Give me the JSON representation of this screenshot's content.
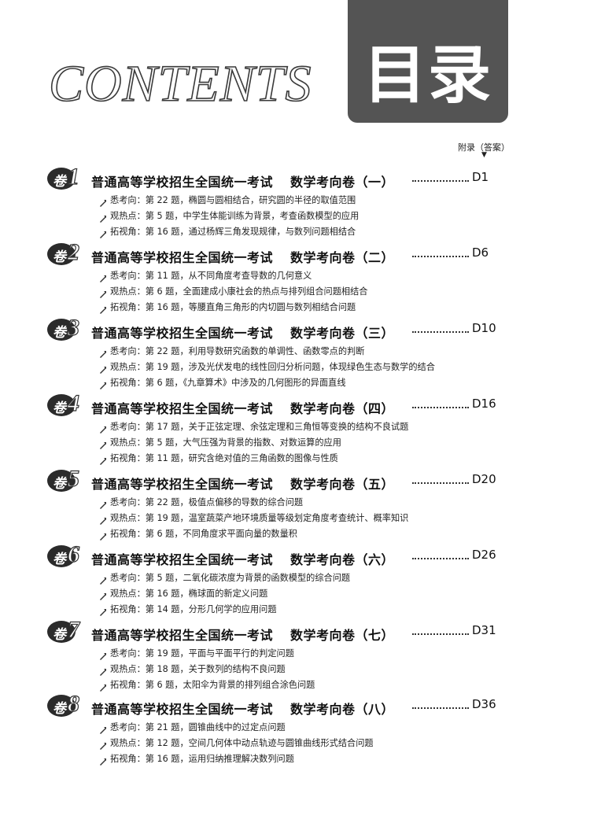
{
  "header": {
    "contents_word": "CONTENTS",
    "title_cn": "目录",
    "appendix_label": "附录（答案）",
    "appendix_arrow": "▼"
  },
  "sections": [
    {
      "badge_char": "卷",
      "badge_num": "1",
      "title_main": "普通高等学校招生全国统一考试",
      "title_sub": "数学考向卷（一）",
      "page": "D1",
      "items": [
        {
          "label": "悉考向：",
          "text": "第 22 题，椭圆与圆相结合，研究圆的半径的取值范围"
        },
        {
          "label": "观热点：",
          "text": "第 5 题，中学生体能训练为背景，考查函数模型的应用"
        },
        {
          "label": "拓视角：",
          "text": "第 16 题，通过杨辉三角发现规律，与数列问题相结合"
        }
      ]
    },
    {
      "badge_char": "卷",
      "badge_num": "2",
      "title_main": "普通高等学校招生全国统一考试",
      "title_sub": "数学考向卷（二）",
      "page": "D6",
      "items": [
        {
          "label": "悉考向：",
          "text": "第 11 题，从不同角度考查导数的几何意义"
        },
        {
          "label": "观热点：",
          "text": "第 6 题，全面建成小康社会的热点与排列组合问题相结合"
        },
        {
          "label": "拓视角：",
          "text": "第 16 题，等腰直角三角形的内切圆与数列相结合问题"
        }
      ]
    },
    {
      "badge_char": "卷",
      "badge_num": "3",
      "title_main": "普通高等学校招生全国统一考试",
      "title_sub": "数学考向卷（三）",
      "page": "D10",
      "items": [
        {
          "label": "悉考向：",
          "text": "第 22 题，利用导数研究函数的单调性、函数零点的判断"
        },
        {
          "label": "观热点：",
          "text": "第 19 题，涉及光伏发电的线性回归分析问题，体现绿色生态与数学的结合"
        },
        {
          "label": "拓视角：",
          "text": "第 6 题，《九章算术》中涉及的几何图形的异面直线"
        }
      ]
    },
    {
      "badge_char": "卷",
      "badge_num": "4",
      "title_main": "普通高等学校招生全国统一考试",
      "title_sub": "数学考向卷（四）",
      "page": "D16",
      "items": [
        {
          "label": "悉考向：",
          "text": "第 17 题，关于正弦定理、余弦定理和三角恒等变换的结构不良试题"
        },
        {
          "label": "观热点：",
          "text": "第 5 题，大气压强为背景的指数、对数运算的应用"
        },
        {
          "label": "拓视角：",
          "text": "第 11 题，研究含绝对值的三角函数的图像与性质"
        }
      ]
    },
    {
      "badge_char": "卷",
      "badge_num": "5",
      "title_main": "普通高等学校招生全国统一考试",
      "title_sub": "数学考向卷（五）",
      "page": "D20",
      "items": [
        {
          "label": "悉考向：",
          "text": "第 22 题，极值点偏移的导数的综合问题"
        },
        {
          "label": "观热点：",
          "text": "第 19 题，温室蔬菜产地环境质量等级划定角度考查统计、概率知识"
        },
        {
          "label": "拓视角：",
          "text": "第 6 题，不同角度求平面向量的数量积"
        }
      ]
    },
    {
      "badge_char": "卷",
      "badge_num": "6",
      "title_main": "普通高等学校招生全国统一考试",
      "title_sub": "数学考向卷（六）",
      "page": "D26",
      "items": [
        {
          "label": "悉考向：",
          "text": "第 5 题，二氧化碳浓度为背景的函数模型的综合问题"
        },
        {
          "label": "观热点：",
          "text": "第 16 题，椭球面的新定义问题"
        },
        {
          "label": "拓视角：",
          "text": "第 14 题，分形几何学的应用问题"
        }
      ]
    },
    {
      "badge_char": "卷",
      "badge_num": "7",
      "title_main": "普通高等学校招生全国统一考试",
      "title_sub": "数学考向卷（七）",
      "page": "D31",
      "items": [
        {
          "label": "悉考向：",
          "text": "第 19 题，平面与平面平行的判定问题"
        },
        {
          "label": "观热点：",
          "text": "第 18 题，关于数列的结构不良问题"
        },
        {
          "label": "拓视角：",
          "text": "第 6 题，太阳伞为背景的排列组合涂色问题"
        }
      ]
    },
    {
      "badge_char": "卷",
      "badge_num": "8",
      "title_main": "普通高等学校招生全国统一考试",
      "title_sub": "数学考向卷（八）",
      "page": "D36",
      "items": [
        {
          "label": "悉考向：",
          "text": "第 21 题，圆锥曲线中的过定点问题"
        },
        {
          "label": "观热点：",
          "text": "第 12 题，空间几何体中动点轨迹与圆锥曲线形式结合问题"
        },
        {
          "label": "拓视角：",
          "text": "第 16 题，运用归纳推理解决数列问题"
        }
      ]
    }
  ]
}
